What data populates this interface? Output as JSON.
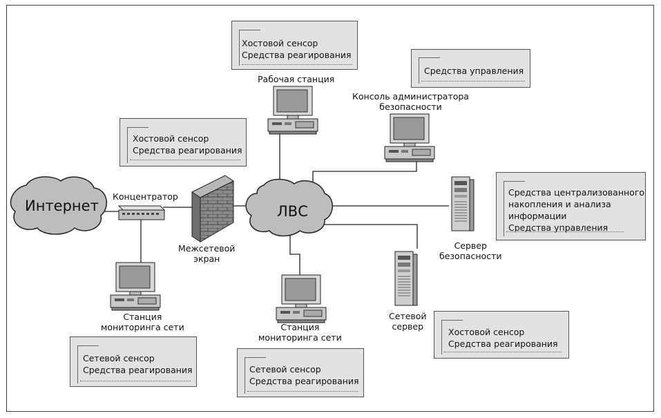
{
  "diagram": {
    "cloud_internet": "Интернет",
    "cloud_lan": "ЛВС",
    "labels": {
      "hub": "Концентратор",
      "firewall": [
        "Межсетевой",
        "экран"
      ],
      "workstation": "Рабочая станция",
      "admin_console": [
        "Консоль администратора",
        "безопасности"
      ],
      "monitor_station_left": [
        "Станция",
        "мониторинга сети"
      ],
      "monitor_station_center": [
        "Станция",
        "мониторинга сети"
      ],
      "security_server": [
        "Сервер",
        "безопасности"
      ],
      "network_server": [
        "Сетевой",
        "сервер"
      ]
    },
    "boxes": {
      "workstation_box": [
        "Хостовой сенсор",
        "Средства реагирования"
      ],
      "management_box": [
        "Средства управления"
      ],
      "host_sensor_left_box": [
        "Хостовой сенсор",
        "Средства реагирования"
      ],
      "central_box": [
        "Средства централизованного",
        "накопления и анализа",
        "информации",
        "Средства управления"
      ],
      "network_server_box": [
        "Хостовой сенсор",
        "Средства реагирования"
      ],
      "network_sensor_left_box": [
        "Сетевой сенсор",
        "Средства реагирования"
      ],
      "network_sensor_center_box": [
        "Сетевой сенсор",
        "Средства реагирования"
      ]
    }
  }
}
